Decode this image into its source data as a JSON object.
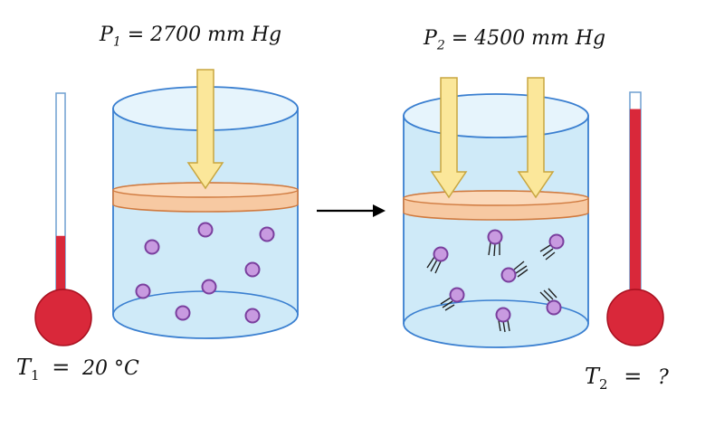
{
  "left": {
    "pressure_symbol": "P",
    "pressure_sub": "1",
    "pressure_value": "= 2700 mm Hg",
    "temp_symbol": "T",
    "temp_sub": "1",
    "temp_equals": "=",
    "temp_value": "20 °C",
    "thermometer_level": 0.32,
    "arrow_count": 1
  },
  "right": {
    "pressure_symbol": "P",
    "pressure_sub": "2",
    "pressure_value": "= 4500 mm Hg",
    "temp_symbol": "T",
    "temp_sub": "2",
    "temp_equals": "=",
    "temp_value": "?",
    "thermometer_level": 0.92,
    "arrow_count": 2
  },
  "colors": {
    "gas": "#cfeaf8",
    "cylinder_outline": "#3a7fd0",
    "piston": "#f7c9a2",
    "piston_outline": "#d07a3f",
    "pressure_arrow": "#fbe79a",
    "pressure_arrow_outline": "#c8a640",
    "molecule": "#c89ae0",
    "molecule_outline": "#7a3f9e",
    "thermometer_liquid": "#d9283a",
    "transition_arrow": "#000000"
  }
}
